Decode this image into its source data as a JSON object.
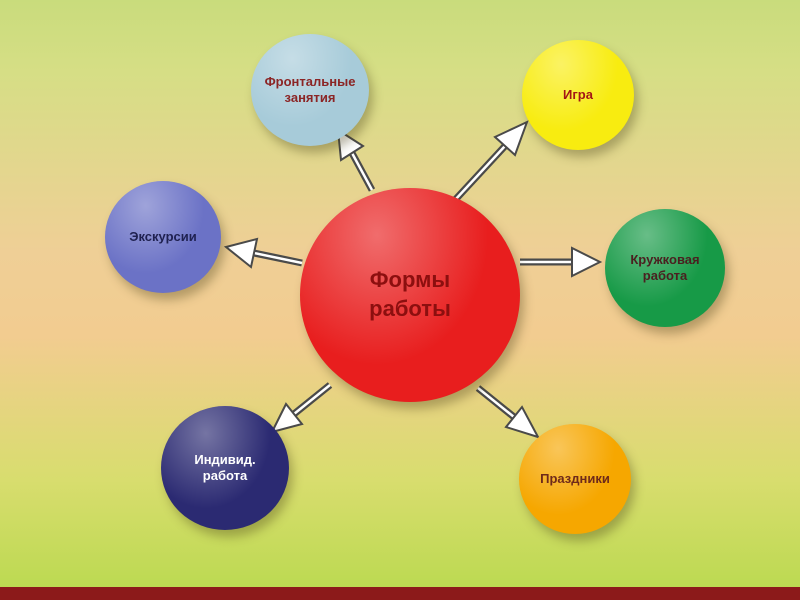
{
  "diagram": {
    "center": {
      "label": "Формы\nработы",
      "color": "#e81e1e",
      "text_color": "#8c0f0f"
    },
    "nodes": [
      {
        "id": "frontal",
        "label": "Фронтальные\nзанятия",
        "color": "#a7cbd9",
        "text_color": "#8b2525"
      },
      {
        "id": "igra",
        "label": "Игра",
        "color": "#f8ec10",
        "text_color": "#a31515"
      },
      {
        "id": "excursii",
        "label": "Экскурсии",
        "color": "#6b72c6",
        "text_color": "#1f2150"
      },
      {
        "id": "kruzhkovaya",
        "label": "Кружковая\nработа",
        "color": "#179a47",
        "text_color": "#4a2020"
      },
      {
        "id": "individ",
        "label": "Индивид.\nработа",
        "color": "#2b2a72",
        "text_color": "#ffffff"
      },
      {
        "id": "prazdniki",
        "label": "Праздники",
        "color": "#f6a700",
        "text_color": "#6e2a1a"
      }
    ],
    "colors": {
      "footer_bar": "#8c1a1a"
    }
  }
}
